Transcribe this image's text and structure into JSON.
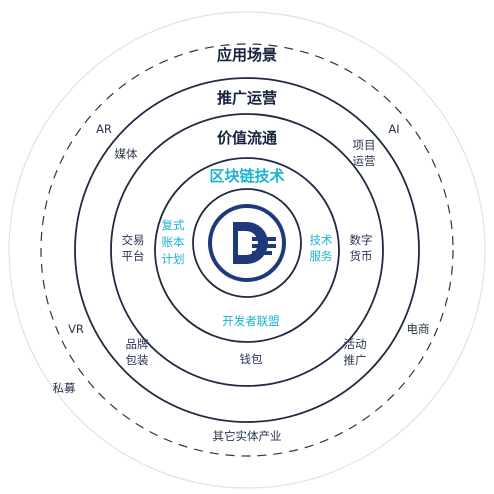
{
  "rings": {
    "outer_title": "应用场景",
    "ring2_title": "推广运营",
    "ring3_title": "价值流通",
    "ring4_title": "区块链技术"
  },
  "outer_labels": {
    "ar": "AR",
    "ai": "AI",
    "vr": "VR",
    "ecommerce": "电商",
    "private_equity": "私募",
    "other_industry": "其它实体产业"
  },
  "value_ring_labels": {
    "media": "媒体",
    "project_ops": [
      "项目",
      "运营"
    ],
    "trading": [
      "交易",
      "平台"
    ],
    "digital_currency": [
      "数字",
      "货币"
    ],
    "brand": [
      "品牌",
      "包装"
    ],
    "campaign": [
      "活动",
      "推广"
    ],
    "wallet": "钱包"
  },
  "tech_labels": {
    "ledger_plan": [
      "复式",
      "账本",
      "计划"
    ],
    "tech_service": [
      "技术",
      "服务"
    ],
    "dev_alliance": "开发者联盟"
  },
  "logo": {
    "icon": "dg-logo-icon"
  },
  "colors": {
    "navy": "#1f2a44",
    "accent": "#1bb3d1",
    "logo": "#1e3a7a"
  }
}
